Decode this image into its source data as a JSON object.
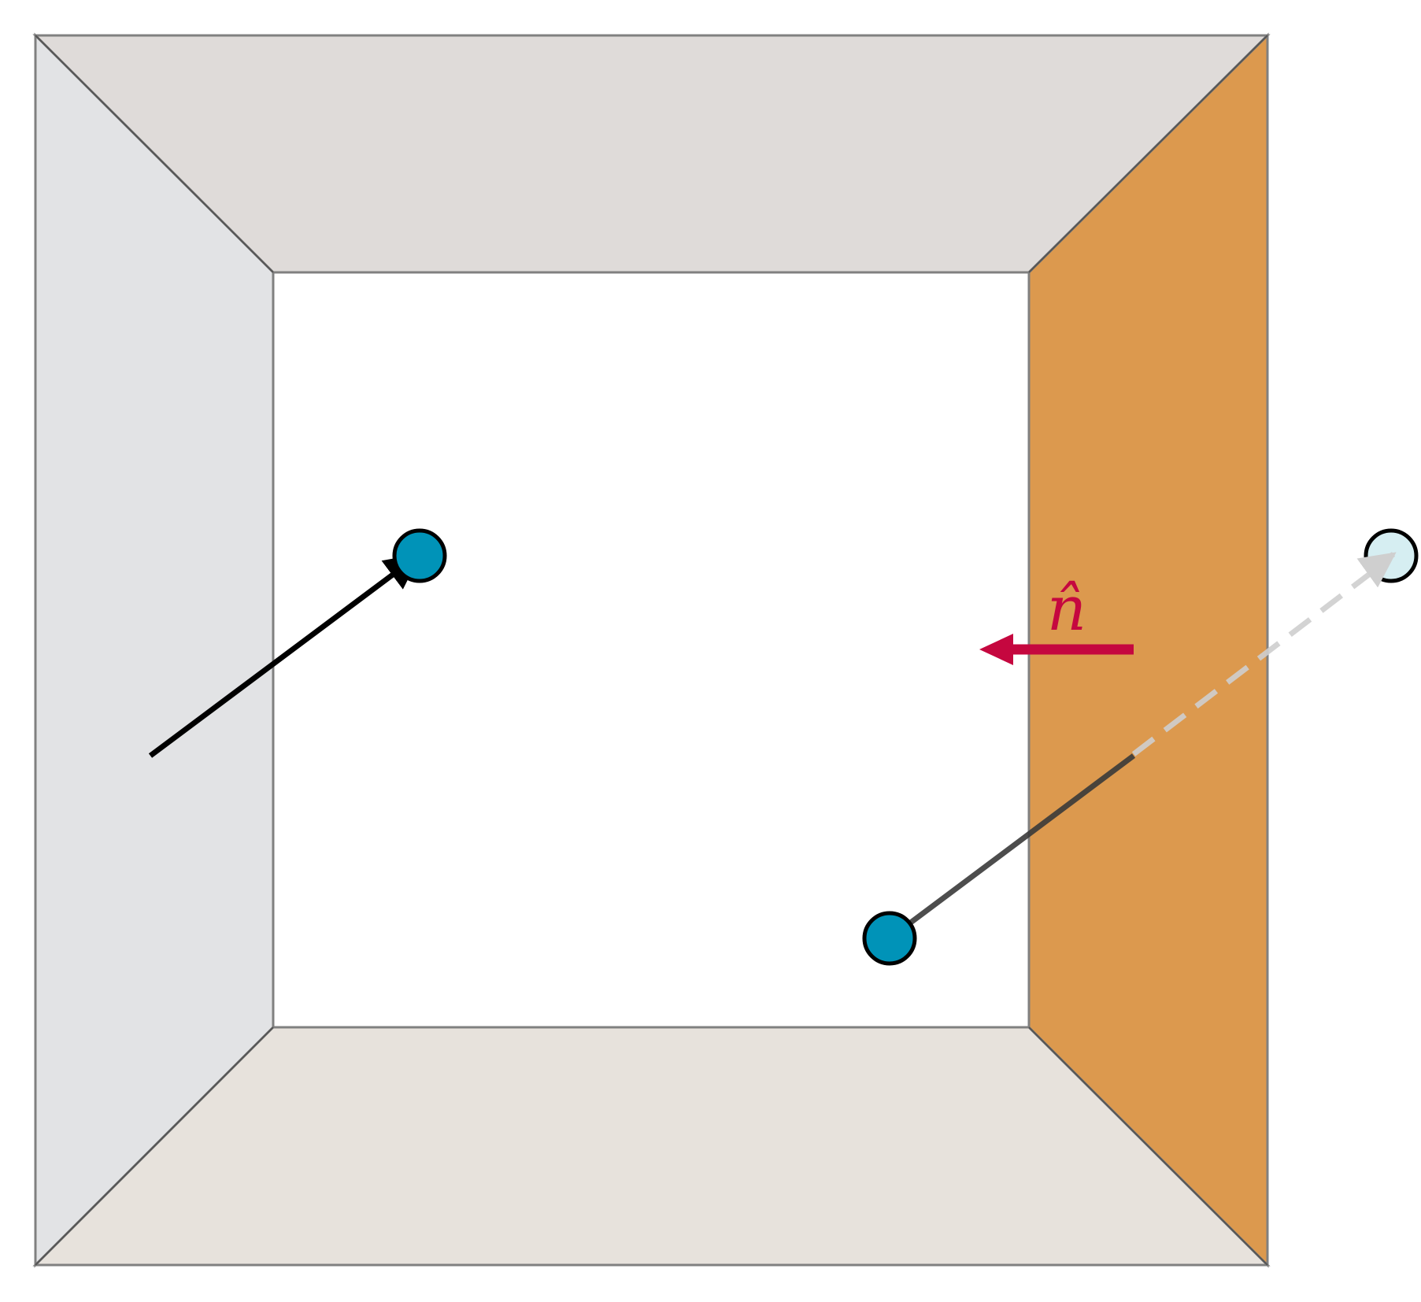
{
  "diagram": {
    "normal_label": "n̂"
  },
  "colors": {
    "background": "#ffffff",
    "wall_left": "#e2e3e5",
    "wall_top": "#dfdbd9",
    "wall_bottom": "#e7e2dc",
    "wall_right": "#dc994e",
    "inner_face": "#ffffff",
    "edge": "#808080",
    "particle": "#0093b8",
    "particle_ghost": "#d6eef2",
    "trajectory": "#000000",
    "trajectory_reflected": "#444444",
    "trajectory_ghost": "#cfcfcf",
    "normal_vector": "#c5073f"
  },
  "icons": {
    "particle_incoming": "filled-circle",
    "particle_reflected": "filled-circle",
    "particle_mirror_image": "hollow-circle",
    "normal_arrow": "arrow-left"
  }
}
